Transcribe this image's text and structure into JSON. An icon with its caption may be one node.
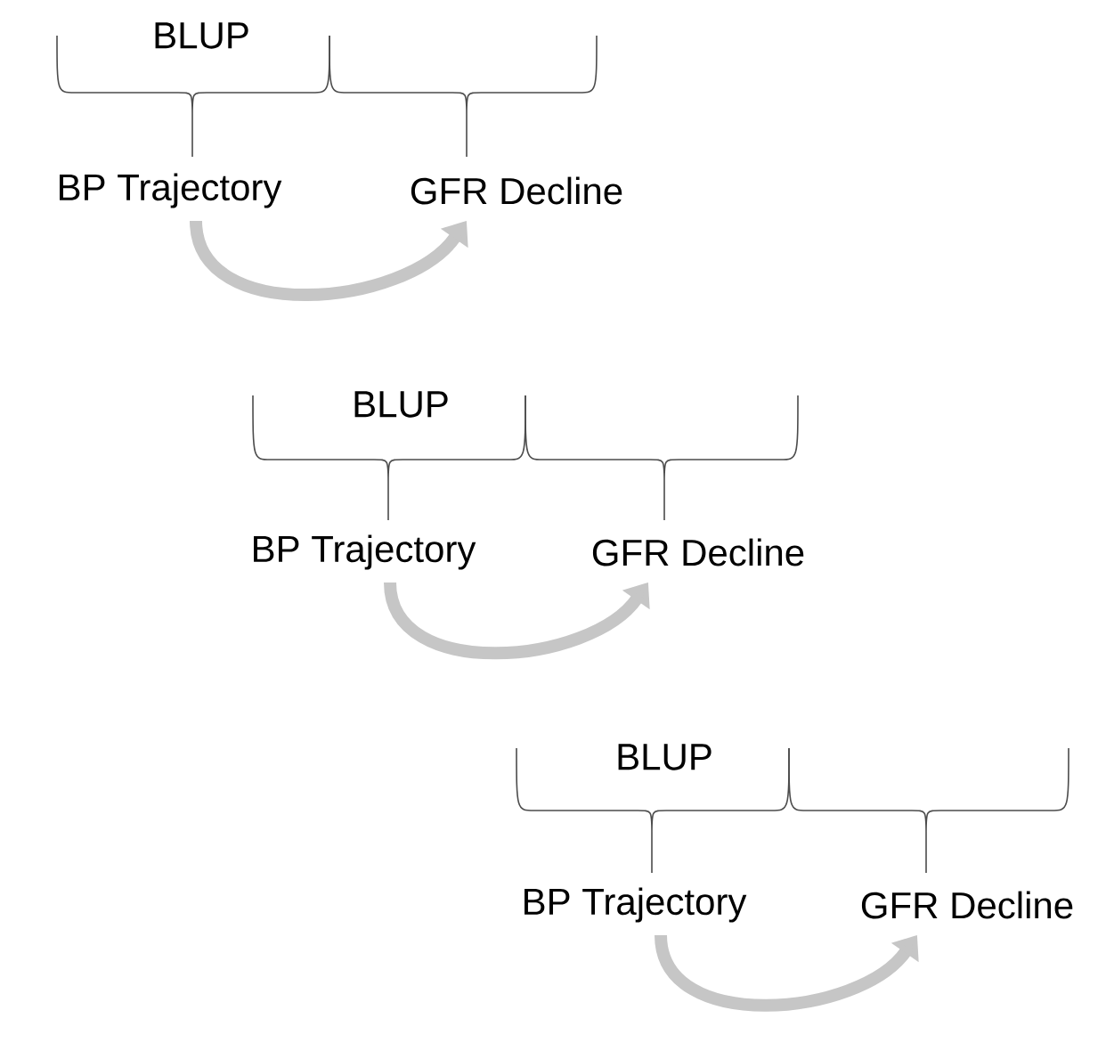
{
  "diagram": {
    "nodes": [
      {
        "text": [
          "BP Trajectory"
        ]
      },
      {
        "text": [
          "GFR Decline"
        ]
      },
      {
        "text": [
          "BP Trajectory"
        ]
      },
      {
        "text": [
          "GFR Decline"
        ]
      },
      {
        "text": [
          "BP Trajectory"
        ]
      },
      {
        "text": [
          "GFR Decline"
        ]
      }
    ],
    "edges": [
      {
        "from": 0,
        "to": 1,
        "arrow": "to"
      },
      {
        "from": 2,
        "to": 3,
        "arrow": "to"
      },
      {
        "from": 4,
        "to": 5,
        "arrow": "to"
      }
    ],
    "labels": [
      "BLUP",
      "BLUP",
      "BLUP"
    ]
  }
}
